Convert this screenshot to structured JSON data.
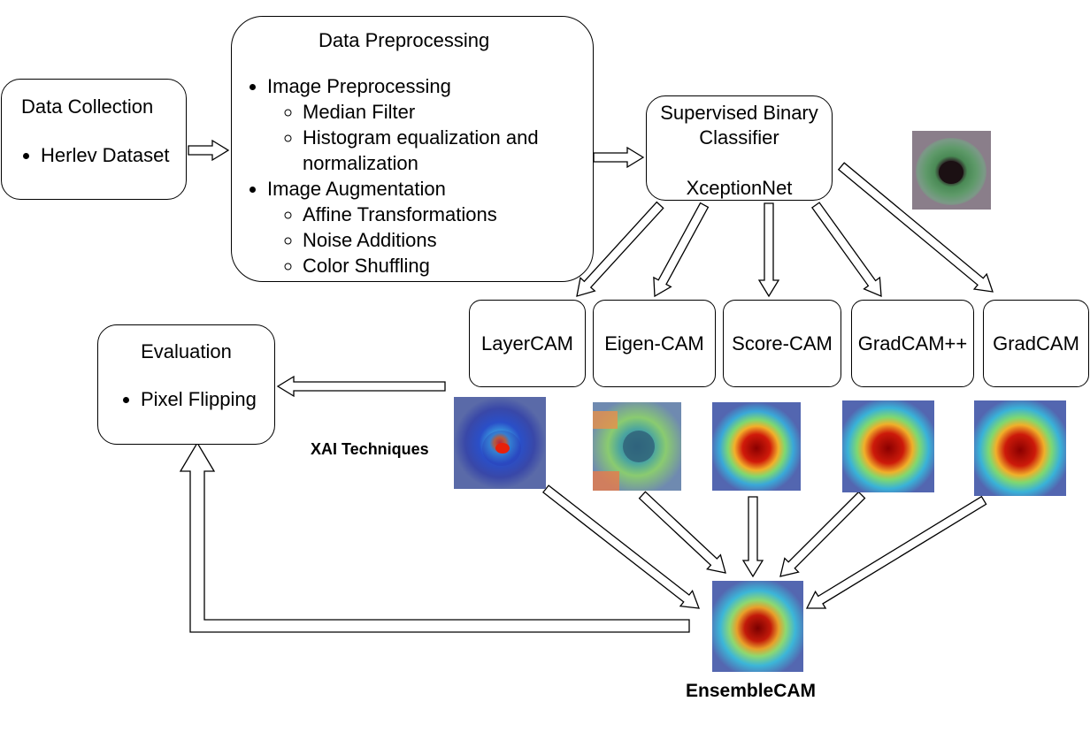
{
  "data_collection": {
    "title": "Data Collection",
    "items": [
      "Herlev Dataset"
    ]
  },
  "preprocessing": {
    "title": "Data Preprocessing",
    "groups": [
      {
        "label": "Image Preprocessing",
        "sub": [
          "Median Filter",
          "Histogram equalization and normalization"
        ]
      },
      {
        "label": "Image Augmentation",
        "sub": [
          "Affine Transformations",
          "Noise Additions",
          "Color Shuffling"
        ]
      }
    ]
  },
  "classifier": {
    "title_line1": "Supervised Binary",
    "title_line2": "Classifier",
    "model": "XceptionNet"
  },
  "cams": [
    "LayerCAM",
    "Eigen-CAM",
    "Score-CAM",
    "GradCAM++",
    "GradCAM"
  ],
  "evaluation": {
    "title": "Evaluation",
    "items": [
      "Pixel Flipping"
    ]
  },
  "xai_label": "XAI Techniques",
  "ensemble_label": "EnsembleCAM"
}
